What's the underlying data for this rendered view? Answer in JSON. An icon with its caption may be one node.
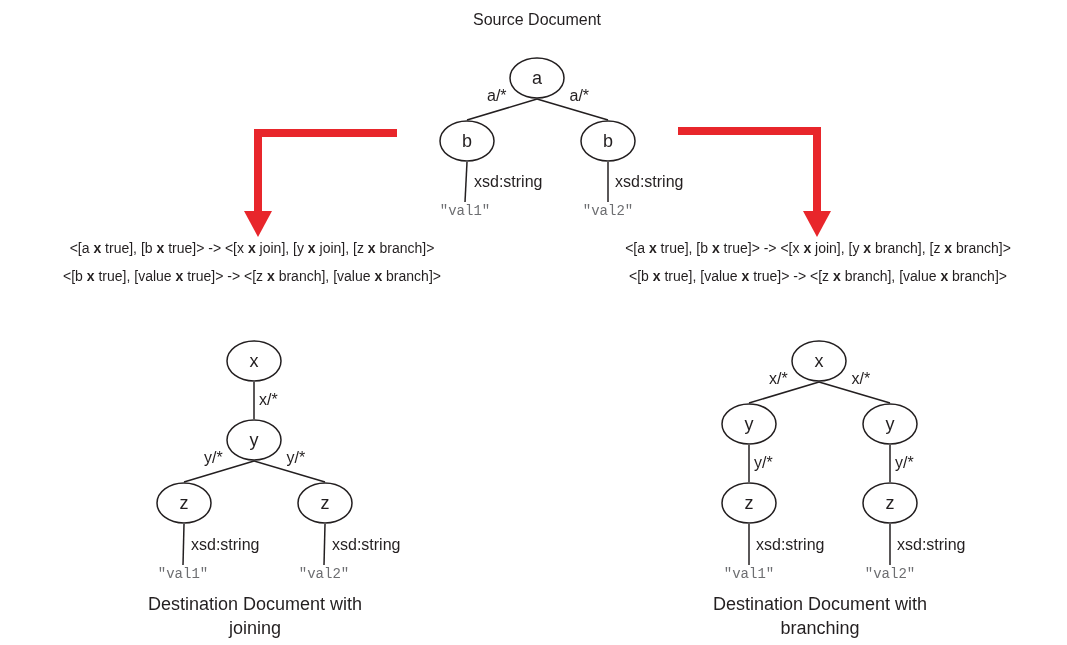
{
  "diagram": {
    "title": "Source Document",
    "nodes": [
      {
        "text": [
          "a"
        ]
      },
      {
        "text": [
          "b"
        ]
      },
      {
        "text": [
          "b"
        ]
      },
      {
        "text": [
          "\"val1\""
        ]
      },
      {
        "text": [
          "\"val2\""
        ]
      },
      {
        "text": [
          "<[a **x** true], [b **x** true]> -> <[x **x** join], [y **x** join], [z **x** branch]>",
          "<[b **x** true], [value **x** true]> -> <[z **x** branch], [value **x** branch]>"
        ]
      },
      {
        "text": [
          "<[a **x** true], [b **x** true]> -> <[x **x** join], [y **x** branch], [z **x** branch]>",
          "<[b **x** true], [value **x** true]> -> <[z **x** branch], [value **x** branch]>"
        ]
      },
      {
        "text": [
          "x"
        ]
      },
      {
        "text": [
          "y"
        ]
      },
      {
        "text": [
          "z"
        ]
      },
      {
        "text": [
          "z"
        ]
      },
      {
        "text": [
          "\"val1\""
        ]
      },
      {
        "text": [
          "\"val2\""
        ]
      },
      {
        "text": [
          "x"
        ]
      },
      {
        "text": [
          "y"
        ]
      },
      {
        "text": [
          "y"
        ]
      },
      {
        "text": [
          "z"
        ]
      },
      {
        "text": [
          "z"
        ]
      },
      {
        "text": [
          "\"val1\""
        ]
      },
      {
        "text": [
          "\"val2\""
        ]
      }
    ],
    "edges": [
      {
        "from": 0,
        "to": 1,
        "arrow": "none",
        "label": "a/*"
      },
      {
        "from": 0,
        "to": 2,
        "arrow": "none",
        "label": "a/*"
      },
      {
        "from": 1,
        "to": 3,
        "arrow": "none",
        "label": "xsd:string"
      },
      {
        "from": 2,
        "to": 4,
        "arrow": "none",
        "label": "xsd:string"
      },
      {
        "from": null,
        "to": 5,
        "arrow": "to",
        "style": "thick",
        "color": "#e8262b"
      },
      {
        "from": null,
        "to": 6,
        "arrow": "to",
        "style": "thick",
        "color": "#e8262b"
      },
      {
        "from": 7,
        "to": 8,
        "arrow": "none",
        "label": "x/*"
      },
      {
        "from": 8,
        "to": 9,
        "arrow": "none",
        "label": "y/*"
      },
      {
        "from": 8,
        "to": 10,
        "arrow": "none",
        "label": "y/*"
      },
      {
        "from": 9,
        "to": 11,
        "arrow": "none",
        "label": "xsd:string"
      },
      {
        "from": 10,
        "to": 12,
        "arrow": "none",
        "label": "xsd:string"
      },
      {
        "from": 13,
        "to": 14,
        "arrow": "none",
        "label": "x/*"
      },
      {
        "from": 13,
        "to": 15,
        "arrow": "none",
        "label": "x/*"
      },
      {
        "from": 14,
        "to": 16,
        "arrow": "none",
        "label": "y/*"
      },
      {
        "from": 15,
        "to": 17,
        "arrow": "none",
        "label": "y/*"
      },
      {
        "from": 16,
        "to": 18,
        "arrow": "none",
        "label": "xsd:string"
      },
      {
        "from": 17,
        "to": 19,
        "arrow": "none",
        "label": "xsd:string"
      }
    ],
    "labels": [
      "Destination Document with joining",
      "Destination Document with branching"
    ]
  }
}
